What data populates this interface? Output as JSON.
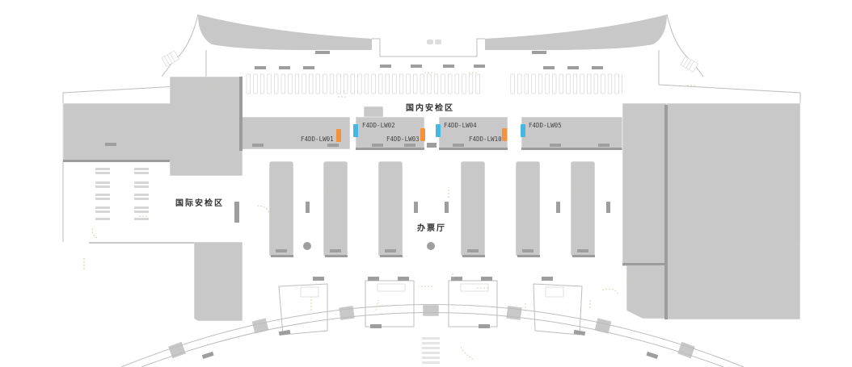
{
  "map": {
    "zones": {
      "domestic_security": "国内安检区",
      "international_security": "国际安检区",
      "ticket_hall": "办票厅"
    },
    "equipment": [
      {
        "id": "lw01",
        "label": "F4DD-LW01",
        "color": "#f5923e"
      },
      {
        "id": "lw02",
        "label": "F4DD-LW02",
        "color": "#45b7e3"
      },
      {
        "id": "lw03",
        "label": "F4DD-LW03",
        "color": "#f5923e"
      },
      {
        "id": "lw04",
        "label": "F4DD-LW04",
        "color": "#45b7e3"
      },
      {
        "id": "lw10",
        "label": "F4DD-LW10",
        "color": "#f5923e"
      },
      {
        "id": "lw05",
        "label": "F4DD-LW05",
        "color": "#45b7e3"
      }
    ],
    "colors": {
      "block": "#c8c8c8",
      "shadow": "#9c9c9c",
      "background": "#ffffff"
    }
  }
}
